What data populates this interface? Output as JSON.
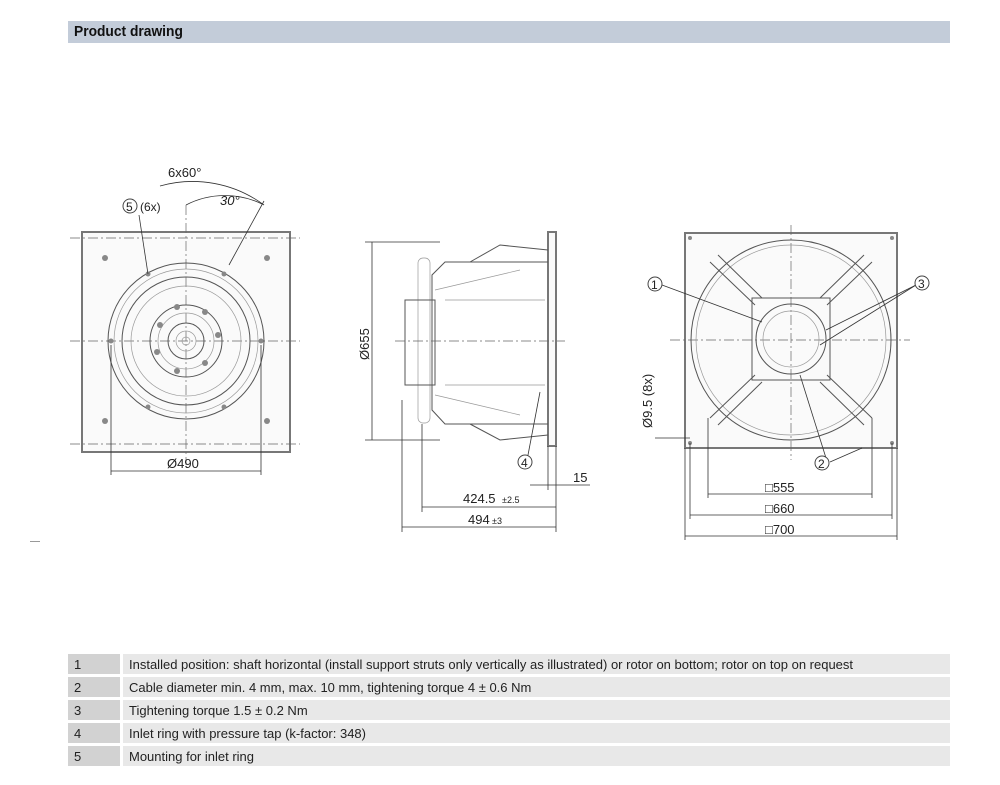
{
  "header": {
    "title": "Product drawing"
  },
  "drawing": {
    "front": {
      "angle_pattern": "6x60°",
      "angle_offset": "30°",
      "callout_5": "5",
      "callout_5_qty": "(6x)",
      "inlet_diameter": "Ø490"
    },
    "side": {
      "diameter": "Ø655",
      "callout_4": "4",
      "depth_1": "424.5",
      "depth_1_tol": "±2.5",
      "depth_2": "494",
      "depth_2_tol": "±3",
      "plate_thickness": "15"
    },
    "rear": {
      "callout_1": "1",
      "callout_2": "2",
      "callout_3": "3",
      "hole": "Ø9.5 (8x)",
      "dim_1": "□555",
      "dim_2": "□660",
      "dim_3": "□700"
    }
  },
  "notes": [
    {
      "num": "1",
      "text": "Installed position: shaft horizontal (install support struts only vertically as illustrated) or rotor on bottom; rotor on top on request"
    },
    {
      "num": "2",
      "text": "Cable diameter min. 4 mm, max. 10 mm, tightening torque 4 ± 0.6 Nm"
    },
    {
      "num": "3",
      "text": "Tightening torque 1.5 ± 0.2 Nm"
    },
    {
      "num": "4",
      "text": "Inlet ring with pressure tap (k-factor: 348)"
    },
    {
      "num": "5",
      "text": "Mounting for inlet ring"
    }
  ]
}
